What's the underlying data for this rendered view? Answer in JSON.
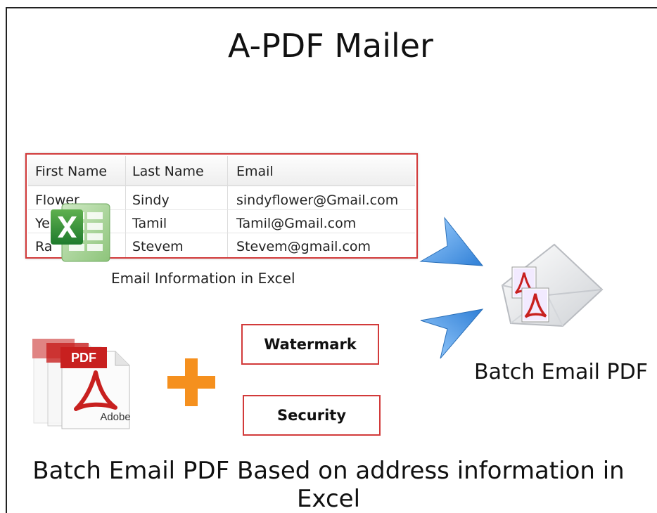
{
  "title": "A-PDF Mailer",
  "table": {
    "columns": [
      "First Name",
      "Last Name",
      "Email"
    ],
    "rows": [
      [
        "Flower",
        "Sindy",
        "sindyflower@Gmail.com"
      ],
      [
        "Ye",
        "Tamil",
        "Tamil@Gmail.com"
      ],
      [
        "Ra",
        "Stevem",
        "Stevem@gmail.com"
      ]
    ]
  },
  "excel_caption": "Email Information in Excel",
  "pdf_icon": {
    "label": "PDF",
    "brand": "Adobe"
  },
  "options": {
    "watermark": "Watermark",
    "security": "Security"
  },
  "output_label": "Batch Email PDF",
  "footer": "Batch Email PDF Based on address information in Excel",
  "colors": {
    "border_red": "#d23a3a",
    "plus_orange": "#f5901e",
    "arrow_blue": "#3a8fe0",
    "excel_green": "#2e8b3a",
    "pdf_red": "#c8201f"
  }
}
